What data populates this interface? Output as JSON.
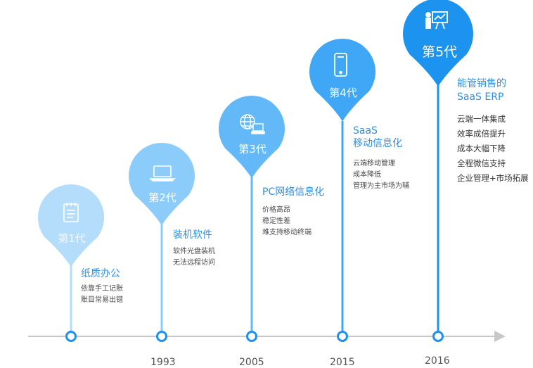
{
  "colors": {
    "pin1": "#b4dcfb",
    "pin2": "#8cccfb",
    "pin3": "#63b8f8",
    "pin4": "#3fa7f5",
    "pin5": "#1d93f0",
    "title": "#2d8fe8",
    "axis": "#c8c8c8",
    "node": "#1f8ff0"
  },
  "generations": [
    {
      "label": "第1代",
      "icon": "notepad-icon",
      "title_lines": [
        "纸质办公"
      ],
      "desc_lines": [
        "依靠手工记账",
        "账目常易出错"
      ],
      "year": ""
    },
    {
      "label": "第2代",
      "icon": "laptop-icon",
      "title_lines": [
        "装机软件"
      ],
      "desc_lines": [
        "软件光盘装机",
        "无法远程访问"
      ],
      "year": "1993"
    },
    {
      "label": "第3代",
      "icon": "globe-computer-icon",
      "title_lines": [
        "PC网络信息化"
      ],
      "desc_lines": [
        "价格高昂",
        "稳定性差",
        "难支持移动终端"
      ],
      "year": "2005"
    },
    {
      "label": "第4代",
      "icon": "smartphone-icon",
      "title_lines": [
        "SaaS",
        "移动信息化"
      ],
      "desc_lines": [
        "云端移动管理",
        "成本降低",
        "管理为主市场为辅"
      ],
      "year": "2015"
    },
    {
      "label": "第5代",
      "icon": "presentation-icon",
      "title_lines": [
        "能管销售的",
        "SaaS ERP"
      ],
      "desc_lines": [
        "云端一体集成",
        "效率成倍提升",
        "成本大幅下降",
        "全程微信支持",
        "企业管理+市场拓展"
      ],
      "year": "2016"
    }
  ]
}
